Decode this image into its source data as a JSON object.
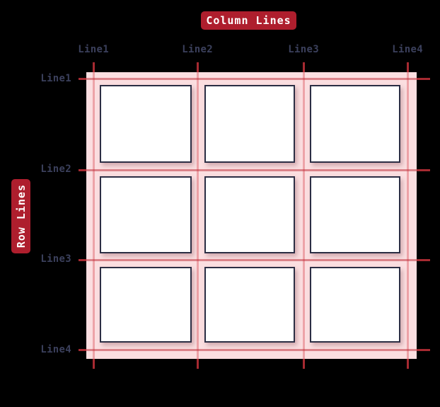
{
  "diagram": {
    "column_axis": {
      "badge": "Column Lines",
      "labels": [
        "Line1",
        "Line2",
        "Line3",
        "Line4"
      ]
    },
    "row_axis": {
      "badge": "Row Lines",
      "labels": [
        "Line1",
        "Line2",
        "Line3",
        "Line4"
      ]
    },
    "grid": {
      "rows": 3,
      "columns": 3,
      "cell_count": 9
    },
    "colors": {
      "background": "#000000",
      "badge_bg": "#ae1e2d",
      "badge_text": "#ffffff",
      "line_red": "#a62a31",
      "inner_line_salmon": "#eda3a8",
      "panel_pink": "#fbdee0",
      "cell_bg": "#ffffff",
      "cell_border": "#2c2e44",
      "label_text": "#3b405c"
    }
  }
}
